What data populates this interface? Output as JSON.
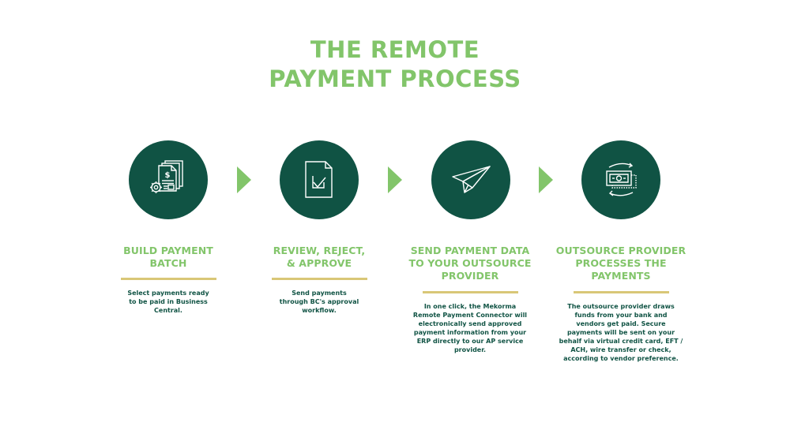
{
  "title": {
    "line1": "THE REMOTE",
    "line2": "PAYMENT PROCESS"
  },
  "colors": {
    "accent_green": "#82c56a",
    "dark_green": "#105344",
    "divider_gold": "#d9c777",
    "background": "#ffffff"
  },
  "steps": [
    {
      "icon": "payment-documents-gear-icon",
      "title_lines": [
        "BUILD PAYMENT",
        "BATCH"
      ],
      "description_lines": [
        "Select payments ready",
        "to be paid in Business",
        "Central."
      ]
    },
    {
      "icon": "document-checkmark-icon",
      "title_lines": [
        "REVIEW, REJECT,",
        "& APPROVE"
      ],
      "description_lines": [
        "Send payments",
        "through BC's approval",
        "workflow."
      ]
    },
    {
      "icon": "paper-plane-icon",
      "title_lines": [
        "SEND PAYMENT DATA",
        "TO YOUR OUTSOURCE",
        "PROVIDER"
      ],
      "description_lines": [
        "In one click, the Mekorma",
        "Remote Payment Connector will",
        "electronically send approved",
        "payment information from your",
        "ERP directly to our AP service",
        "provider."
      ]
    },
    {
      "icon": "money-exchange-icon",
      "title_lines": [
        "OUTSOURCE PROVIDER",
        "PROCESSES THE",
        "PAYMENTS"
      ],
      "description_lines": [
        "The outsource provider draws",
        "funds from your bank and",
        "vendors get paid. Secure",
        "payments will be sent on your",
        "behalf via virtual credit card, EFT /",
        "ACH, wire transfer or check,",
        "according to vendor preference."
      ]
    }
  ],
  "arrows": [
    "arrow-right-icon",
    "arrow-right-icon",
    "arrow-right-icon"
  ]
}
